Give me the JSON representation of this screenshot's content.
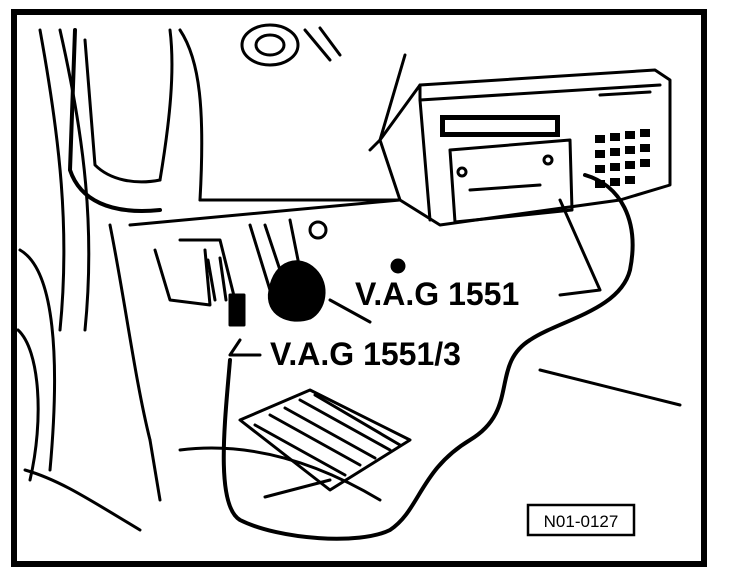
{
  "labels": {
    "tester": "V.A.G 1551",
    "cable": "V.A.G 1551/3",
    "figure_code": "N01-0127"
  },
  "colors": {
    "ink": "#000000",
    "paper": "#ffffff",
    "shade": "#e6e6e6"
  }
}
